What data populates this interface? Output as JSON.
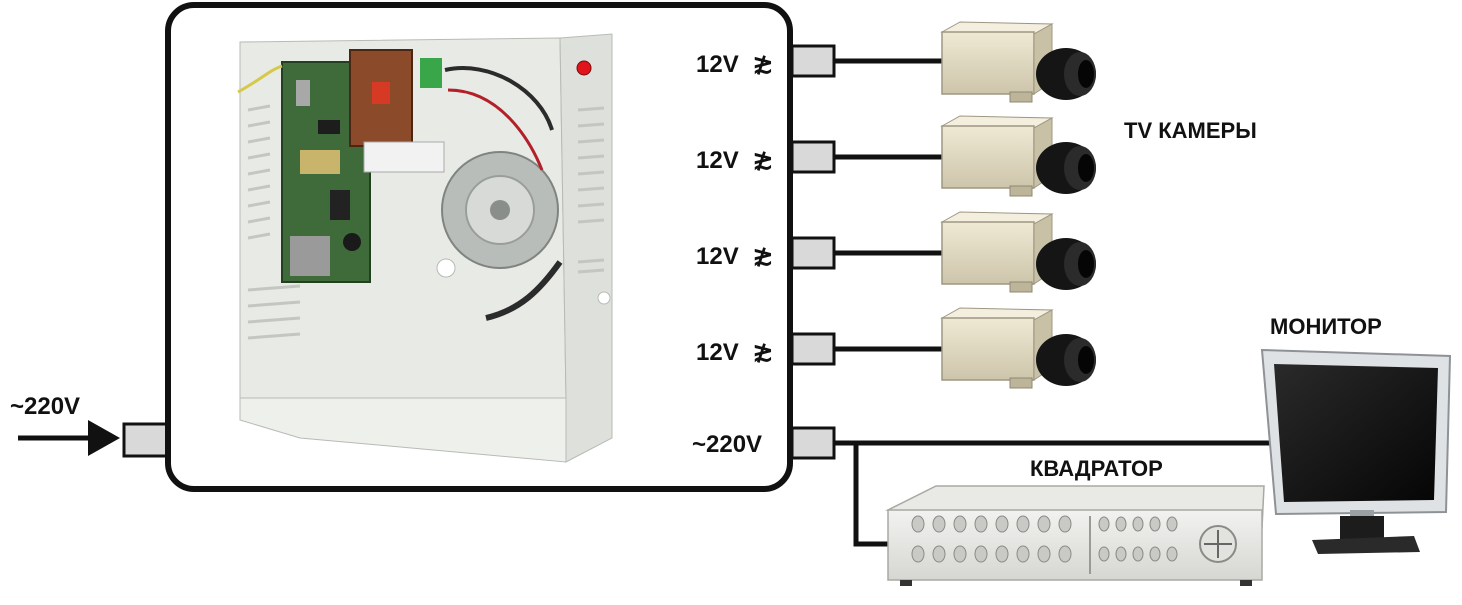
{
  "input": {
    "label": "~220V"
  },
  "outputs": [
    {
      "voltage": "12V",
      "symbol": "≵"
    },
    {
      "voltage": "12V",
      "symbol": "≵"
    },
    {
      "voltage": "12V",
      "symbol": "≵"
    },
    {
      "voltage": "12V",
      "symbol": "≵"
    }
  ],
  "ac_output": {
    "label": "~220V"
  },
  "devices": {
    "cameras_label": "TV КАМЕРЫ",
    "monitor_label": "МОНИТОР",
    "quad_label": "КВАДРАТОР"
  },
  "colors": {
    "line": "#111111",
    "connector": "#d9d9d9",
    "housing": "#e9ece7",
    "camera_body": "#e6dfc7",
    "lens": "#151515",
    "monitor_frame": "#d9dcdf",
    "screen": "#141414"
  }
}
